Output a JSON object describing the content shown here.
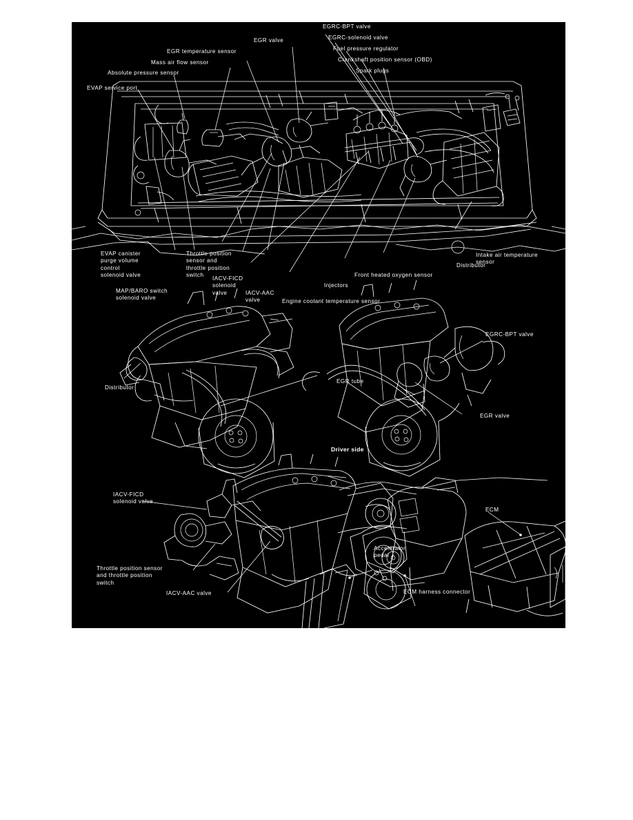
{
  "page": {
    "background": "#ffffff",
    "panel_background": "#000000",
    "line_color": "#ffffff"
  },
  "figure": {
    "title": "",
    "main_view": {
      "name": "engine-compartment-overview",
      "labels_top": [
        {
          "id": "evap-service-port",
          "text": "EVAP service port"
        },
        {
          "id": "absolute-pressure-sensor",
          "text": "Absolute pressure sensor"
        },
        {
          "id": "mass-air-flow-sensor",
          "text": "Mass air flow sensor"
        },
        {
          "id": "egr-temperature-sensor",
          "text": "EGR temperature sensor"
        },
        {
          "id": "egr-valve",
          "text": "EGR valve"
        },
        {
          "id": "egrc-bpt-valve",
          "text": "EGRC-BPT valve"
        },
        {
          "id": "egrc-solenoid-valve",
          "text": "EGRC-solenoid valve"
        },
        {
          "id": "fuel-pressure-regulator",
          "text": "Fuel pressure regulator"
        },
        {
          "id": "crankshaft-position-sensor-obd",
          "text": "Crankshaft position sensor (OBD)"
        },
        {
          "id": "spark-plugs",
          "text": "Spark plugs"
        }
      ],
      "labels_bottom": [
        {
          "id": "evap-canister-purge-volume-control-solenoid-valve",
          "text": "EVAP canister\npurge volume\ncontrol\nsolenoid valve"
        },
        {
          "id": "map-baro-switch-solenoid-valve",
          "text": "MAP/BARO switch\nsolenoid valve"
        },
        {
          "id": "throttle-position-sensor-and-switch",
          "text": "Throttle position\nsensor and\nthrottle position\nswitch"
        },
        {
          "id": "iacv-ficd-solenoid-valve",
          "text": "IACV-FICD\nsolenoid\nvalve"
        },
        {
          "id": "iacv-aac-valve",
          "text": "IACV-AAC\nvalve"
        },
        {
          "id": "engine-coolant-temperature-sensor",
          "text": "Engine coolant temperature sensor"
        },
        {
          "id": "injectors",
          "text": "Injectors"
        },
        {
          "id": "front-heated-oxygen-sensor",
          "text": "Front heated oxygen sensor"
        },
        {
          "id": "distributor",
          "text": "Distributor"
        },
        {
          "id": "intake-air-temperature-sensor",
          "text": "Intake air temperature\nsensor"
        }
      ]
    },
    "detail_views": [
      {
        "id": "engine-front-left-view",
        "labels": [
          {
            "id": "distributor-detail",
            "text": "Distributor"
          }
        ]
      },
      {
        "id": "engine-rear-right-view",
        "labels": [
          {
            "id": "egrc-bpt-valve-detail",
            "text": "EGRC-BPT valve"
          },
          {
            "id": "egr-tube-detail",
            "text": "EGR tube"
          },
          {
            "id": "egr-valve-detail",
            "text": "EGR valve"
          }
        ]
      },
      {
        "id": "throttle-body-view",
        "labels": [
          {
            "id": "iacv-ficd-solenoid-valve-detail",
            "text": "IACV-FICD\nsolenoid valve"
          },
          {
            "id": "throttle-position-sensor-and-switch-detail",
            "text": "Throttle position sensor\nand throttle position\nswitch"
          },
          {
            "id": "iacv-aac-valve-detail",
            "text": "IACV-AAC valve"
          }
        ]
      },
      {
        "id": "driver-side-ecm-view",
        "heading": "Driver side",
        "labels": [
          {
            "id": "ecm",
            "text": "ECM"
          },
          {
            "id": "accelerator-pedal",
            "text": "Accelerator\npedal"
          },
          {
            "id": "ecm-harness-connector",
            "text": "ECM harness connector"
          }
        ]
      }
    ]
  }
}
